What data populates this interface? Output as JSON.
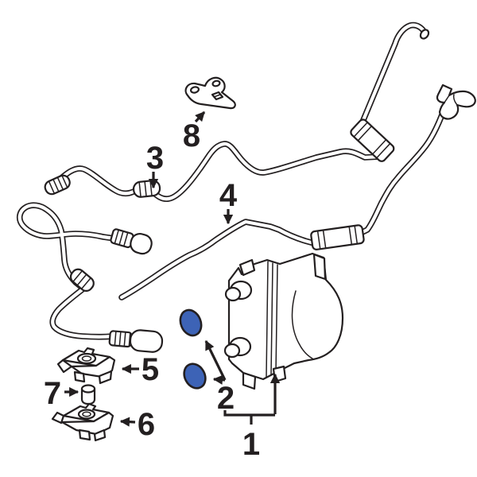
{
  "diagram": {
    "parts": [
      {
        "label": "1"
      },
      {
        "label": "2",
        "highlighted": true
      },
      {
        "label": "3"
      },
      {
        "label": "4"
      },
      {
        "label": "5"
      },
      {
        "label": "6"
      },
      {
        "label": "7"
      },
      {
        "label": "8"
      }
    ],
    "colors": {
      "line": "#231f20",
      "highlight": "#3d63b6",
      "background": "#ffffff"
    }
  }
}
